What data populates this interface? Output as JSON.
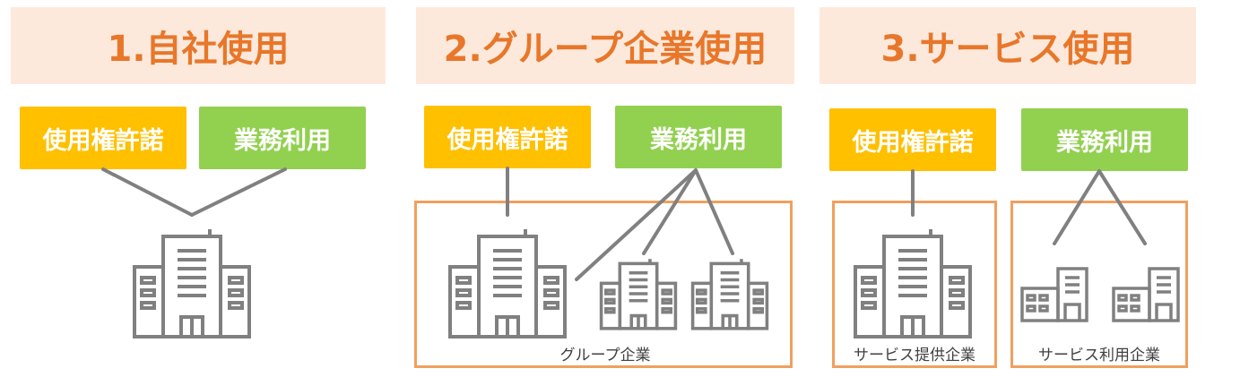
{
  "sections": [
    {
      "title": "1.自社使用",
      "license": "使用権許諾",
      "business": "業務利用"
    },
    {
      "title": "2.グループ企業使用",
      "license": "使用権許諾",
      "business": "業務利用",
      "frame_caption": "グループ企業"
    },
    {
      "title": "3.サービス使用",
      "license": "使用権許諾",
      "business": "業務利用",
      "provider_caption": "サービス提供企業",
      "user_caption": "サービス利用企業"
    }
  ],
  "colors": {
    "header_bg": "#fde9dc",
    "header_text": "#e8772a",
    "yellow": "#ffc000",
    "green": "#92d050",
    "frame": "#f0a05e",
    "icon": "#808080"
  }
}
